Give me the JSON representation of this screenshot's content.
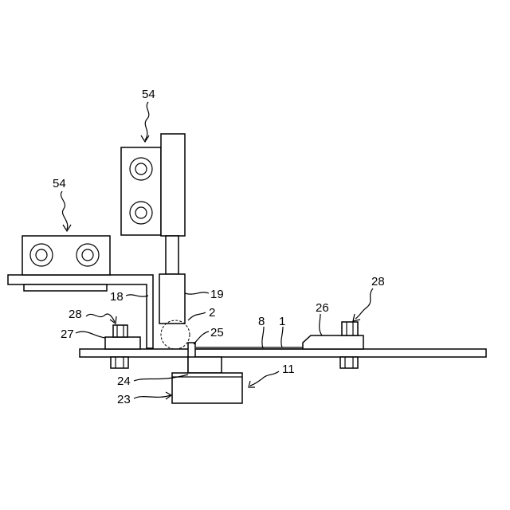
{
  "labels": {
    "roller_unit_upper": "54",
    "roller_unit_left": "54",
    "arm": "18",
    "cylinder": "19",
    "ball": "2",
    "bolt_left": "28",
    "bolt_right": "28",
    "clamp_left": "27",
    "clamp_right": "26",
    "pin": "25",
    "sheet": "8",
    "workpiece": "1",
    "support": "24",
    "base_block": "23",
    "die": "11"
  },
  "colors": {
    "line": "#000000",
    "background": "#ffffff"
  }
}
